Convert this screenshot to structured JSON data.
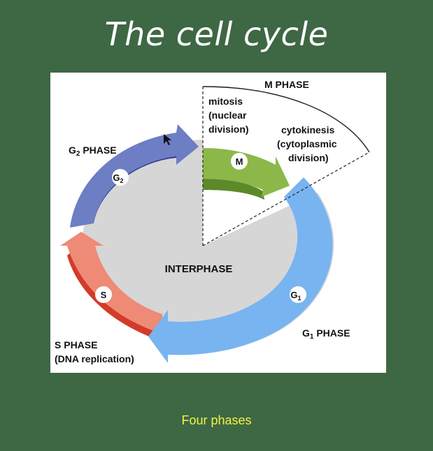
{
  "slide": {
    "title": "The cell cycle",
    "caption": "Four phases"
  },
  "diagram": {
    "center_label": "INTERPHASE",
    "m_phase": {
      "heading": "M PHASE",
      "mitosis": [
        "mitosis",
        "(nuclear",
        "division)"
      ],
      "cytokinesis": [
        "cytokinesis",
        "(cytoplasmic",
        "division)"
      ],
      "badge": "M"
    },
    "g2_phase": {
      "prefix": "G",
      "sub": "2",
      "suffix": " PHASE",
      "badge": "G",
      "badge_sub": "2"
    },
    "g1_phase": {
      "prefix": "G",
      "sub": "1",
      "suffix": " PHASE",
      "badge": "G",
      "badge_sub": "1"
    },
    "s_phase": {
      "label": "S PHASE",
      "detail": "(DNA replication)",
      "badge": "S"
    },
    "colors": {
      "m": "#8cb84a",
      "m_dark": "#5c8a2a",
      "g1": "#78b4f0",
      "g1_dark": "#3f86d6",
      "g2": "#6d7ec4",
      "g2_dark": "#2a3790",
      "s": "#ee8a76",
      "s_dark": "#d23c2a",
      "interphase_fill": "#d6d6d6"
    }
  }
}
